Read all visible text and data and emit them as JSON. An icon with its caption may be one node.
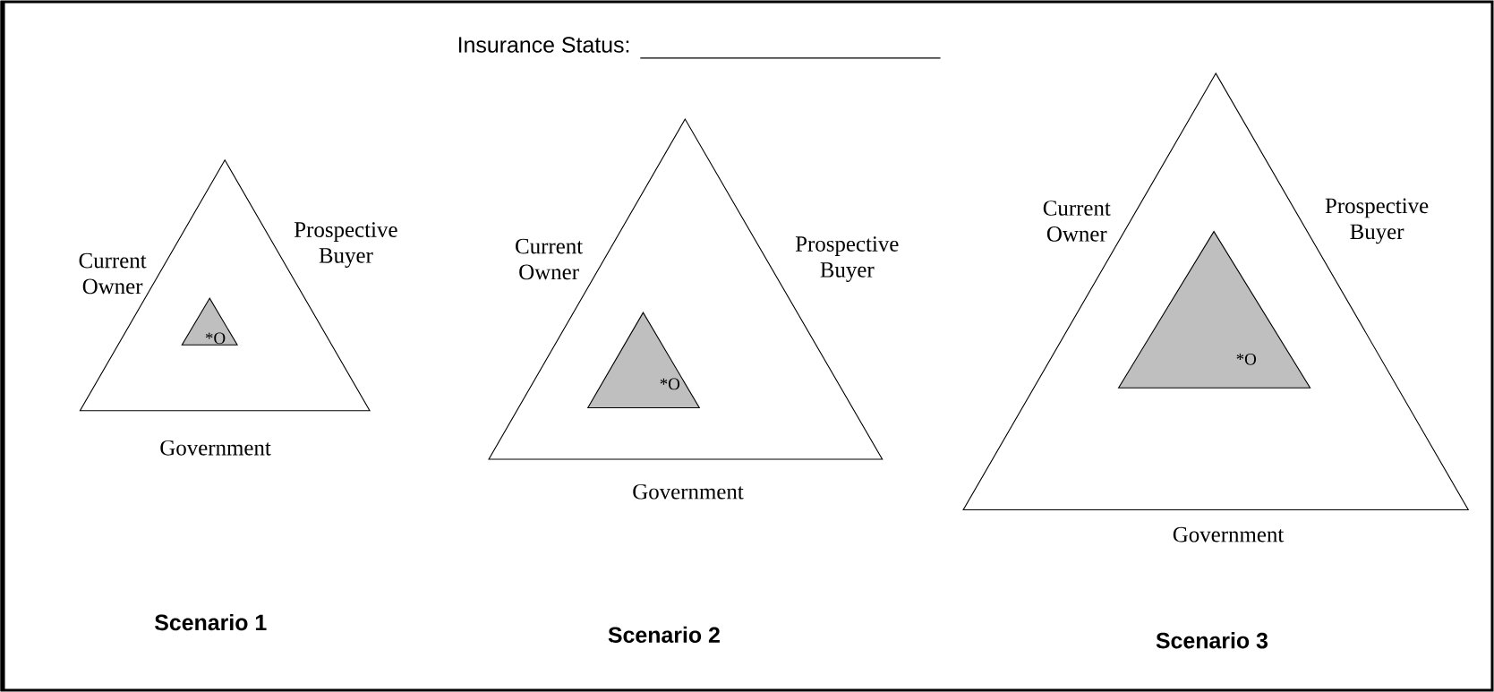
{
  "diagram": {
    "title": "Insurance Status:",
    "nodes": [
      {
        "text": [],
        "shape": "triangle",
        "beside": [
          "Current Owner",
          "Prospective Buyer",
          "Government"
        ]
      },
      {
        "text": [
          "*O"
        ],
        "in": 0
      },
      {
        "text": [],
        "shape": "triangle",
        "beside": [
          "Current Owner",
          "Prospective Buyer",
          "Government"
        ]
      },
      {
        "text": [
          "*O"
        ],
        "in": 2
      },
      {
        "text": [],
        "shape": "triangle",
        "beside": [
          "Current Owner",
          "Prospective Buyer",
          "Government"
        ]
      },
      {
        "text": [
          "*O"
        ],
        "in": 4
      }
    ],
    "labels": [
      "Scenario 1",
      "Scenario 2",
      "Scenario 3"
    ]
  }
}
